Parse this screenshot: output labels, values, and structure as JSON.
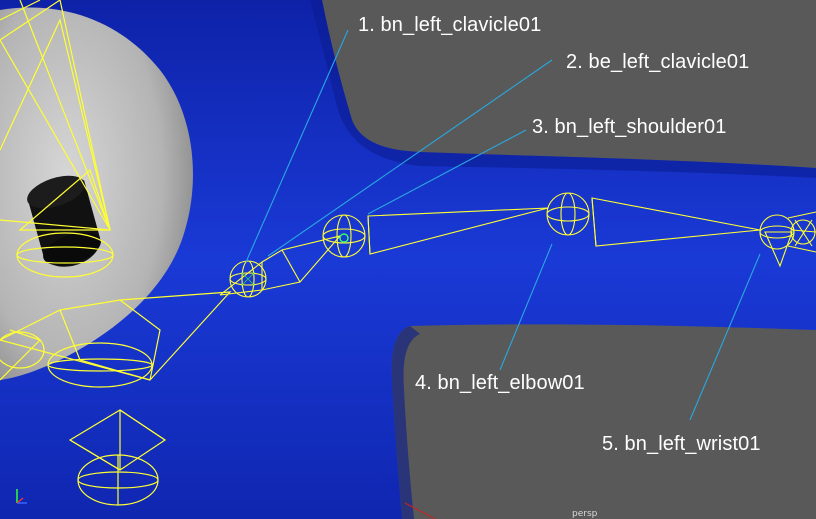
{
  "viewport": {
    "camera_label": "persp",
    "colors": {
      "background": "#5a5a5a",
      "mesh": "#1530c8",
      "mesh_shadow": "#0a1a8a",
      "head_sphere": "#bdbdbd",
      "joint_wire": "#ffff33",
      "callout_line": "#29a8e0",
      "label_text": "#ffffff"
    }
  },
  "annotations": [
    {
      "id": "ann-1",
      "text": "1. bn_left_clavicle01"
    },
    {
      "id": "ann-2",
      "text": "2. be_left_clavicle01"
    },
    {
      "id": "ann-3",
      "text": "3. bn_left_shoulder01"
    },
    {
      "id": "ann-4",
      "text": "4. bn_left_elbow01"
    },
    {
      "id": "ann-5",
      "text": "5. bn_left_wrist01"
    }
  ],
  "axis_icon": "xyz-axis-icon"
}
